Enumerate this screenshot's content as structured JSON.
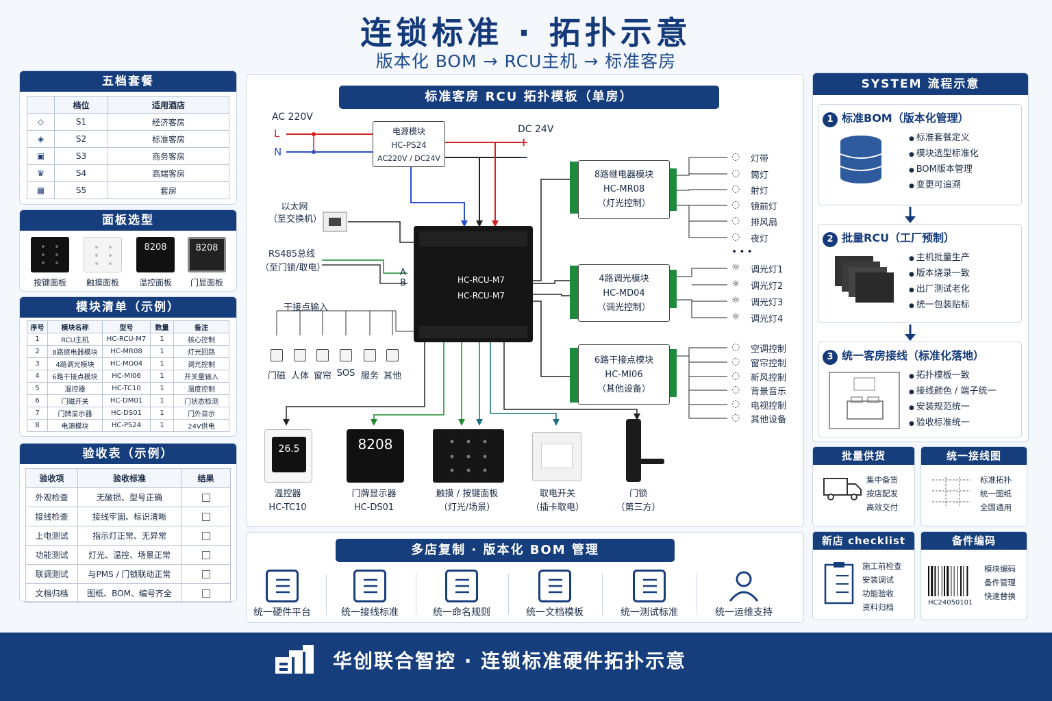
{
  "header": {
    "title": "连锁标准 · 拓扑示意",
    "subtitle": "版本化 BOM → RCU主机 → 标准客房"
  },
  "tiers": {
    "title": "五档套餐",
    "col1": "档位",
    "col2": "适用酒店",
    "rows": [
      {
        "icon": "diamond-icon",
        "level": "S1",
        "hotel": "经济客房"
      },
      {
        "icon": "tag-icon",
        "level": "S2",
        "hotel": "标准客房"
      },
      {
        "icon": "briefcase-icon",
        "level": "S3",
        "hotel": "商务客房"
      },
      {
        "icon": "crown-icon",
        "level": "S4",
        "hotel": "高端客房"
      },
      {
        "icon": "building-icon",
        "level": "S5",
        "hotel": "套房"
      }
    ]
  },
  "panels": {
    "title": "面板选型",
    "items": [
      "按键面板",
      "触摸面板",
      "温控面板",
      "门显面板"
    ],
    "display1": "8208",
    "display2": "8208"
  },
  "modules": {
    "title": "模块清单（示例）",
    "headers": [
      "序号",
      "模块名称",
      "型号",
      "数量",
      "备注"
    ],
    "rows": [
      [
        "1",
        "RCU主机",
        "HC-RCU-M7",
        "1",
        "核心控制"
      ],
      [
        "2",
        "8路继电器模块",
        "HC-MR08",
        "1",
        "灯光回路"
      ],
      [
        "3",
        "4路调光模块",
        "HC-MD04",
        "1",
        "调光控制"
      ],
      [
        "4",
        "6路干接点模块",
        "HC-MI06",
        "1",
        "开关量输入"
      ],
      [
        "5",
        "温控器",
        "HC-TC10",
        "1",
        "温度控制"
      ],
      [
        "6",
        "门磁开关",
        "HC-DM01",
        "1",
        "门状态检测"
      ],
      [
        "7",
        "门牌显示器",
        "HC-DS01",
        "1",
        "门外显示"
      ],
      [
        "8",
        "电源模块",
        "HC-PS24",
        "1",
        "24V供电"
      ]
    ]
  },
  "accept": {
    "title": "验收表（示例）",
    "headers": [
      "验收项",
      "验收标准",
      "结果"
    ],
    "rows": [
      [
        "外观检查",
        "无破损、型号正确"
      ],
      [
        "接线检查",
        "接线牢固、标识清晰"
      ],
      [
        "上电测试",
        "指示灯正常、无异常"
      ],
      [
        "功能测试",
        "灯光、温控、场景正常"
      ],
      [
        "联调测试",
        "与PMS / 门锁联动正常"
      ],
      [
        "文档归档",
        "图纸、BOM、编号齐全"
      ]
    ]
  },
  "topology": {
    "title": "标准客房 RCU 拓扑模板（单房）",
    "ac": "AC 220V",
    "L": "L",
    "N": "N",
    "dc": "DC 24V",
    "plus": "+",
    "minus": "−",
    "psu": {
      "name": "电源模块",
      "model": "HC-PS24",
      "spec": "AC220V / DC24V"
    },
    "eth": {
      "l1": "以太网",
      "l2": "（至交换机）"
    },
    "rs485": {
      "l1": "RS485总线",
      "l2": "（至门锁/取电）",
      "A": "A",
      "B": "B"
    },
    "dry_title": "干接点输入",
    "dry_inputs": [
      "门磁",
      "人体",
      "窗帘",
      "SOS",
      "服务",
      "其他"
    ],
    "rcu": {
      "m1": "HC-RCU-M7",
      "m2": "HC-RCU-M7"
    },
    "relay": {
      "name": "8路继电器模块",
      "model": "HC-MR08",
      "note": "（灯光控制）",
      "outputs": [
        "灯带",
        "筒灯",
        "射灯",
        "镜前灯",
        "排风扇",
        "夜灯"
      ]
    },
    "dimmer": {
      "name": "4路调光模块",
      "model": "HC-MD04",
      "note": "（调光控制）",
      "outputs": [
        "调光灯1",
        "调光灯2",
        "调光灯3",
        "调光灯4"
      ]
    },
    "dry6": {
      "name": "6路干接点模块",
      "model": "HC-MI06",
      "note": "（其他设备）",
      "outputs": [
        "空调控制",
        "窗帘控制",
        "新风控制",
        "背景音乐",
        "电视控制",
        "其他设备"
      ]
    },
    "devices": [
      {
        "l1": "温控器",
        "l2": "HC-TC10"
      },
      {
        "l1": "门牌显示器",
        "l2": "HC-DS01"
      },
      {
        "l1": "触摸 / 按键面板",
        "l2": "（灯光/场景）"
      },
      {
        "l1": "取电开关",
        "l2": "（插卡取电）"
      },
      {
        "l1": "门锁",
        "l2": "（第三方）"
      }
    ],
    "tc_display": "26.5",
    "ds_display": "8208"
  },
  "replicate": {
    "title": "多店复制 · 版本化 BOM 管理",
    "items": [
      "统一硬件平台",
      "统一接线标准",
      "统一命名规则",
      "统一文档模板",
      "统一测试标准",
      "统一运维支持"
    ]
  },
  "system": {
    "title": "SYSTEM 流程示意",
    "steps": [
      {
        "num": "1",
        "title": "标准BOM（版本化管理）",
        "bullets": [
          "标准套餐定义",
          "模块选型标准化",
          "BOM版本管理",
          "变更可追溯"
        ]
      },
      {
        "num": "2",
        "title": "批量RCU（工厂预制）",
        "bullets": [
          "主机批量生产",
          "版本烧录一致",
          "出厂测试老化",
          "统一包装贴标"
        ]
      },
      {
        "num": "3",
        "title": "统一客房接线（标准化落地）",
        "bullets": [
          "拓扑模板一致",
          "接线颜色 / 端子统一",
          "安装规范统一",
          "验收标准统一"
        ]
      }
    ]
  },
  "cards": {
    "supply": {
      "title": "批量供货",
      "lines": [
        "集中备货",
        "按店配发",
        "高效交付"
      ]
    },
    "wiring": {
      "title": "统一接线图",
      "lines": [
        "标准拓扑",
        "统一图纸",
        "全国通用"
      ]
    },
    "checklist": {
      "title": "新店 checklist",
      "lines": [
        "施工前检查",
        "安装调试",
        "功能验收",
        "资料归档"
      ]
    },
    "spare": {
      "title": "备件编码",
      "lines": [
        "模块编码",
        "备件管理",
        "快速替换"
      ],
      "code": "HC24050101"
    }
  },
  "footer": {
    "brand": "华创联合智控 · 连锁标准硬件拓扑示意"
  }
}
